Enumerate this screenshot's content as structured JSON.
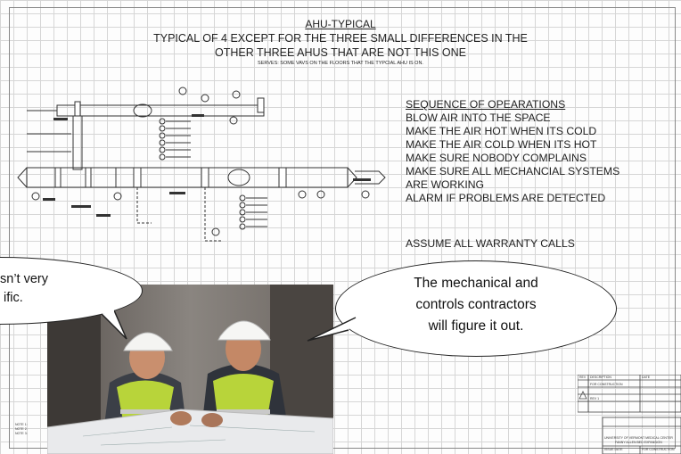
{
  "sheet": {
    "title": "AHU-TYPICAL",
    "subtitle_line1": "TYPICAL OF 4 EXCEPT FOR THE THREE SMALL DIFFERENCES IN THE",
    "subtitle_line2": "OTHER THREE AHUS THAT ARE NOT THIS ONE",
    "serves_note": "SERVES:  SOME VAVS ON THE FLOORS THAT THE TYPCIAL AHU IS ON."
  },
  "sequence": {
    "heading": "SEQUENCE OF OPEARATIONS",
    "items": [
      "BLOW AIR INTO THE SPACE",
      "MAKE THE AIR HOT WHEN ITS COLD",
      "MAKE THE AIR COLD WHEN ITS HOT",
      "MAKE SURE NOBODY COMPLAINS",
      "MAKE SURE ALL MECHANCIAL SYSTEMS",
      "ARE WORKING",
      "ALARM IF PROBLEMS ARE DETECTED"
    ],
    "assume": "ASSUME ALL WARRANTY CALLS"
  },
  "bubbles": {
    "left_line1": "sn’t very",
    "left_line2": "ific.",
    "right_line1": "The mechanical and",
    "right_line2": "controls contractors",
    "right_line3": "will figure it out."
  },
  "titleblock": {
    "rev_header": "REV",
    "desc_header": "DESCRIPTION",
    "date_header": "DATE",
    "row1_desc": "FOR CONSTRUCTION",
    "row2_desc": "REV 1",
    "owner_line1": "UNIVERSITY OF VERMONT MEDICAL CENTER",
    "owner_line2": "FANNY ALLEN BED EXPANSION",
    "issue_label": "ISSUE DATE",
    "issue_status": "FOR CONSTRUCTION"
  },
  "notes": {
    "n1": "NOTE 1:",
    "n2": "NOTE 2:",
    "n3": "NOTE 3:"
  },
  "colors": {
    "ink": "#222222",
    "grid": "#d6d6d6",
    "vest": "#b8d43a"
  }
}
